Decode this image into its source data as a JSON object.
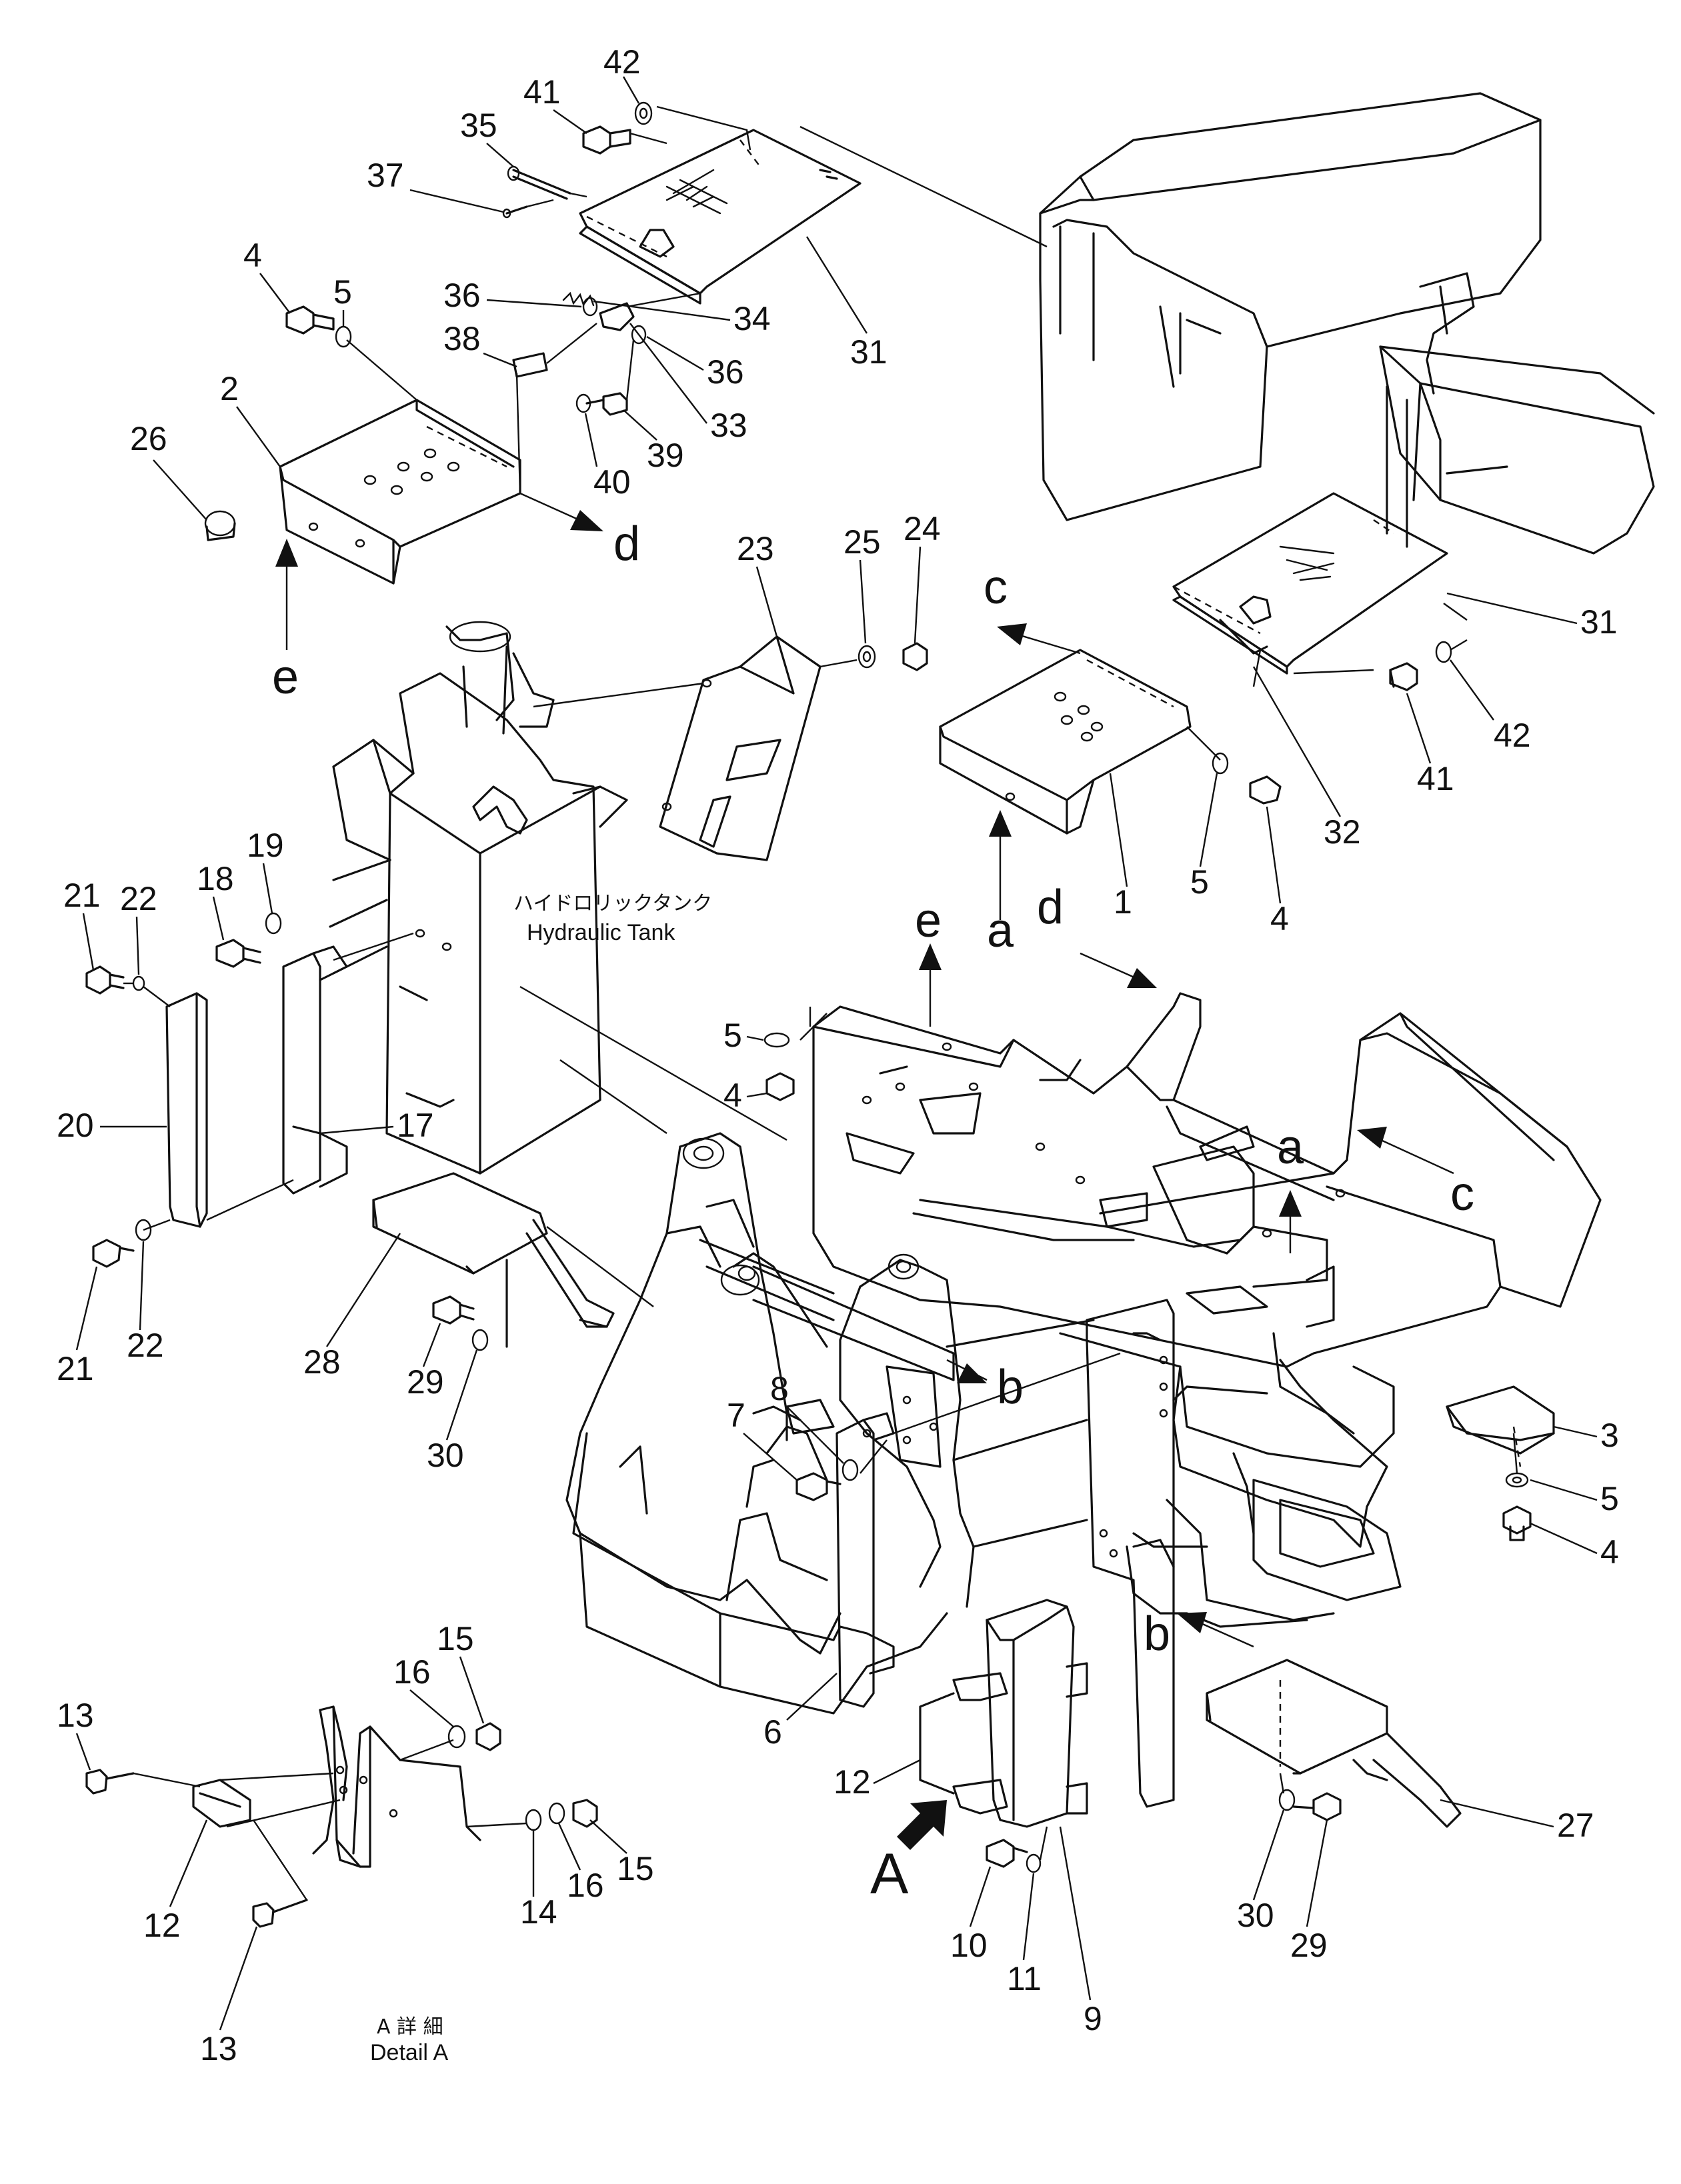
{
  "callouts": [
    "1",
    "2",
    "3",
    "4",
    "5",
    "6",
    "7",
    "8",
    "9",
    "10",
    "11",
    "12",
    "13",
    "14",
    "15",
    "16",
    "17",
    "18",
    "19",
    "20",
    "21",
    "22",
    "23",
    "24",
    "25",
    "26",
    "27",
    "28",
    "29",
    "30",
    "31",
    "32",
    "33",
    "34",
    "35",
    "36",
    "37",
    "38",
    "39",
    "40",
    "41",
    "42"
  ],
  "view_letters": {
    "a": "a",
    "b": "b",
    "c": "c",
    "d": "d",
    "e": "e",
    "A": "A"
  },
  "hydraulic_tank": {
    "jp": "ハイドロリックタンク",
    "en": "Hydraulic Tank"
  },
  "detail": {
    "jp": "A 詳 細",
    "en": "Detail A"
  },
  "colors": {
    "ink": "#111111",
    "paper": "#ffffff"
  }
}
